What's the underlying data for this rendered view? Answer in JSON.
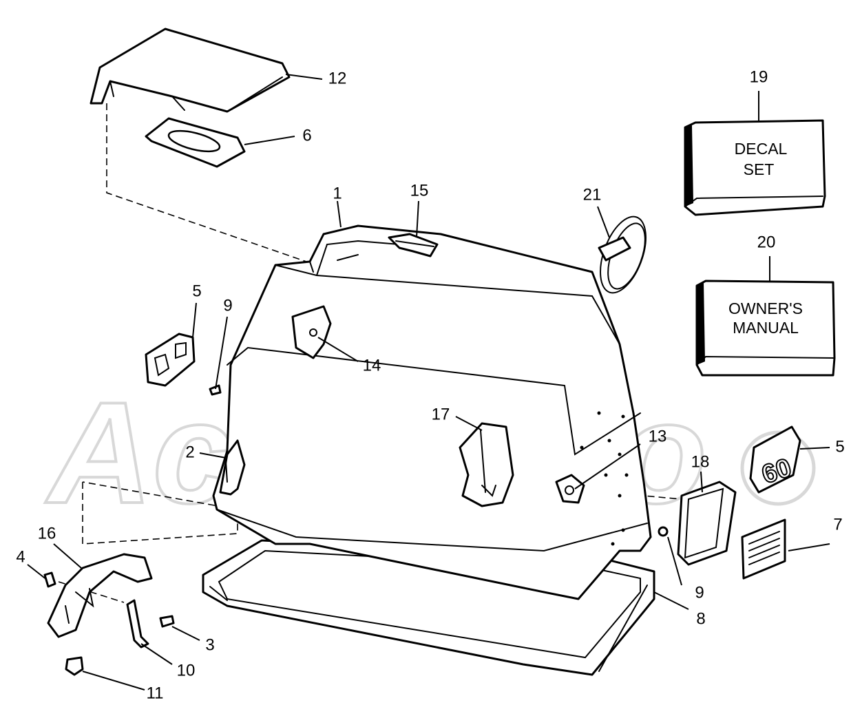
{
  "watermark": {
    "text": "AchiMoto",
    "color": "#d8d8d8"
  },
  "boxes": {
    "decal_set": {
      "line1": "DECAL",
      "line2": "SET"
    },
    "owners_manual": {
      "line1": "OWNER'S",
      "line2": "MANUAL"
    }
  },
  "decal_label": "60",
  "callouts": {
    "c1": "1",
    "c2": "2",
    "c3": "3",
    "c4": "4",
    "c5a": "5",
    "c5b": "5",
    "c6": "6",
    "c7": "7",
    "c8": "8",
    "c9a": "9",
    "c9b": "9",
    "c10": "10",
    "c11": "11",
    "c12": "12",
    "c13": "13",
    "c14": "14",
    "c15": "15",
    "c16": "16",
    "c17": "17",
    "c18": "18",
    "c19": "19",
    "c20": "20",
    "c21": "21"
  }
}
